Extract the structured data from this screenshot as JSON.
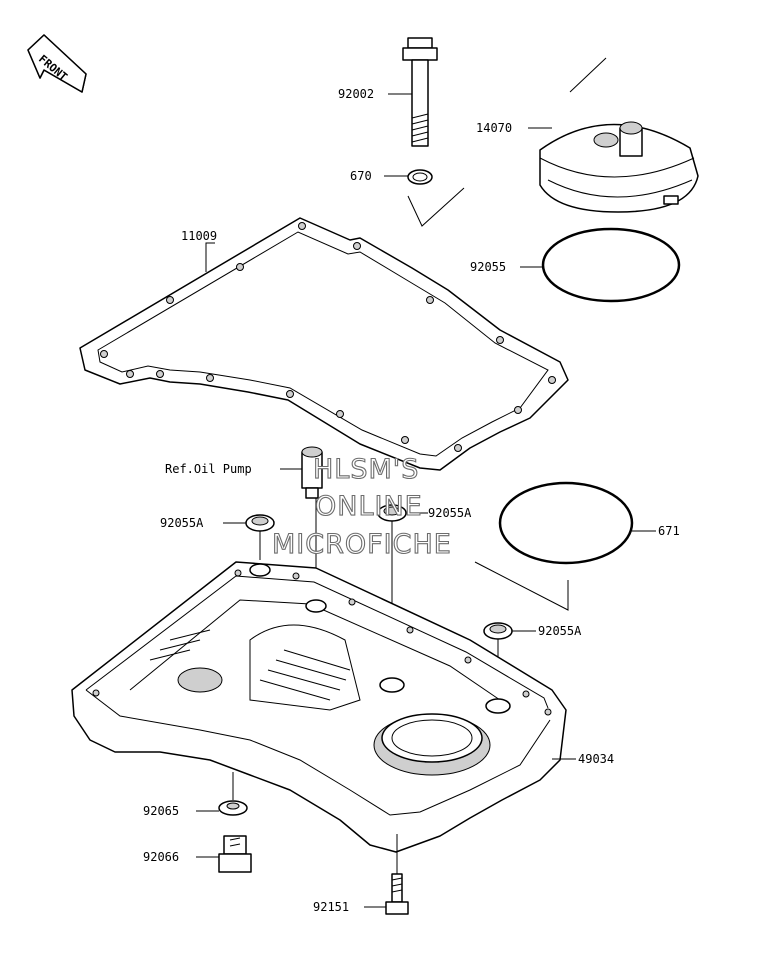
{
  "front_badge": "FRONT",
  "watermark": [
    "HLSM'S",
    "ONLINE",
    "MICROFICHE"
  ],
  "parts": {
    "p92002": "92002",
    "p14070": "14070",
    "p670": "670",
    "p11009": "11009",
    "p92055": "92055",
    "ref_oil_pump": "Ref.Oil Pump",
    "p92055a_left": "92055A",
    "p92055a_mid": "92055A",
    "p671": "671",
    "p92055a_right": "92055A",
    "p49034": "49034",
    "p92065": "92065",
    "p92066": "92066",
    "p92151": "92151"
  }
}
